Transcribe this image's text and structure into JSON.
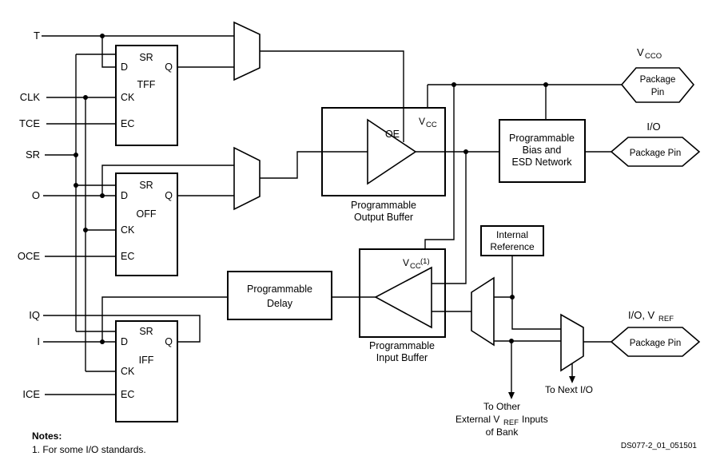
{
  "signals": {
    "t": "T",
    "clk": "CLK",
    "tce": "TCE",
    "sr": "SR",
    "o": "O",
    "oce": "OCE",
    "iq": "IQ",
    "i": "I",
    "ice": "ICE"
  },
  "ffs": [
    {
      "sr": "SR",
      "d": "D",
      "q": "Q",
      "name": "TFF",
      "ck": "CK",
      "ec": "EC"
    },
    {
      "sr": "SR",
      "d": "D",
      "q": "Q",
      "name": "OFF",
      "ck": "CK",
      "ec": "EC"
    },
    {
      "sr": "SR",
      "d": "D",
      "q": "Q",
      "name": "IFF",
      "ck": "CK",
      "ec": "EC"
    }
  ],
  "output_buffer": {
    "oe": "OE",
    "vcc_main": "V",
    "vcc_sub": "CC",
    "caption1": "Programmable",
    "caption2": "Output Buffer"
  },
  "input_buffer": {
    "vcc_main": "V",
    "vcc_sub": "CC",
    "vcc_note": "(1)",
    "caption1": "Programmable",
    "caption2": "Input Buffer"
  },
  "bias_box": {
    "line1": "Programmable",
    "line2": "Bias and",
    "line3": "ESD Network"
  },
  "internal_ref_box": {
    "line1": "Internal",
    "line2": "Reference"
  },
  "delay_box": {
    "line1": "Programmable",
    "line2": "Delay"
  },
  "pins": {
    "vcco": {
      "label_main": "V",
      "label_sub": "CCO",
      "line1": "Package",
      "line2": "Pin"
    },
    "io": {
      "label": "I/O",
      "text": "Package Pin"
    },
    "io_vref": {
      "label_main": "I/O, V",
      "label_sub": "REF",
      "text": "Package Pin"
    }
  },
  "annotations": {
    "to_other_line1": "To Other",
    "to_other_line2_a": "External V",
    "to_other_line2_sub": "REF",
    "to_other_line2_b": "Inputs",
    "to_other_line3": "of Bank",
    "to_next_io": "To Next I/O"
  },
  "notes": {
    "heading": "Notes:",
    "item": "1. For some I/O standards."
  },
  "doc_id": "DS077-2_01_051501",
  "colors": {
    "line": "#000000",
    "background": "#ffffff"
  }
}
